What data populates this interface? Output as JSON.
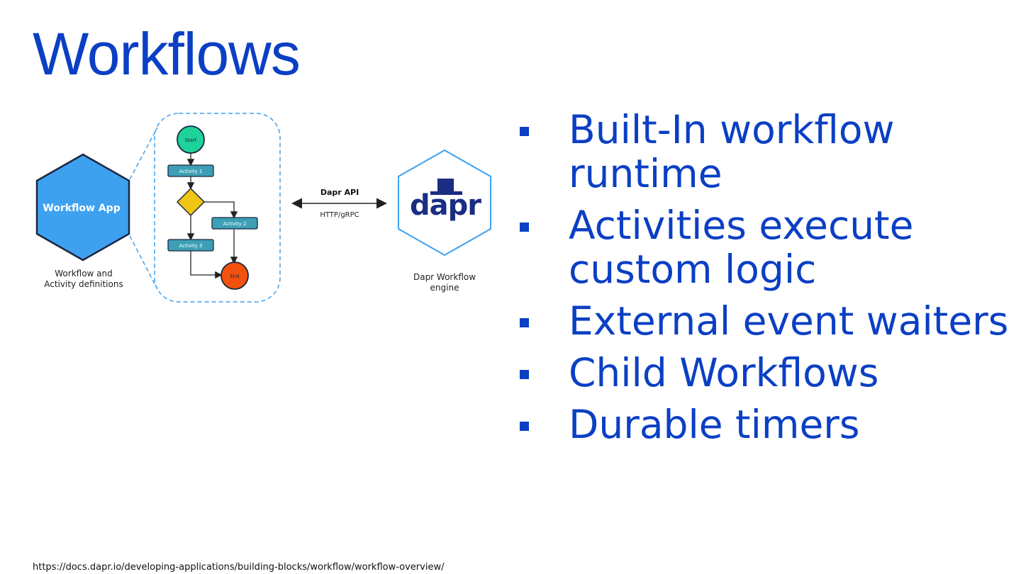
{
  "slide": {
    "title": "Workflows",
    "source_url": "https://docs.dapr.io/developing-applications/building-blocks/workflow/workflow-overview/"
  },
  "diagram": {
    "app_hex_label": "Workflow App",
    "app_caption_line1": "Workflow and",
    "app_caption_line2": "Activity definitions",
    "start_label": "Start",
    "activity1_label": "Activity 1",
    "activity2_label": "Activity 2",
    "activity3_label": "Activity 3",
    "end_label": "End",
    "api_label": "Dapr API",
    "protocol_label": "HTTP/gRPC",
    "dapr_logo_text": "dapr",
    "engine_caption_line1": "Dapr Workflow",
    "engine_caption_line2": "engine",
    "colors": {
      "app_hex": "#3ea1f0",
      "start": "#1ed39a",
      "activity": "#3d9fb5",
      "decision": "#f0c514",
      "end": "#f2520d",
      "dapr_hex_border": "#3ea1f0",
      "dapr_navy": "#1a2d82"
    }
  },
  "bullets": [
    "Built-In workflow runtime",
    "Activities execute custom logic",
    "External event waiters",
    "Child Workflows",
    "Durable timers"
  ],
  "theme": {
    "accent": "#0b3fc4"
  }
}
